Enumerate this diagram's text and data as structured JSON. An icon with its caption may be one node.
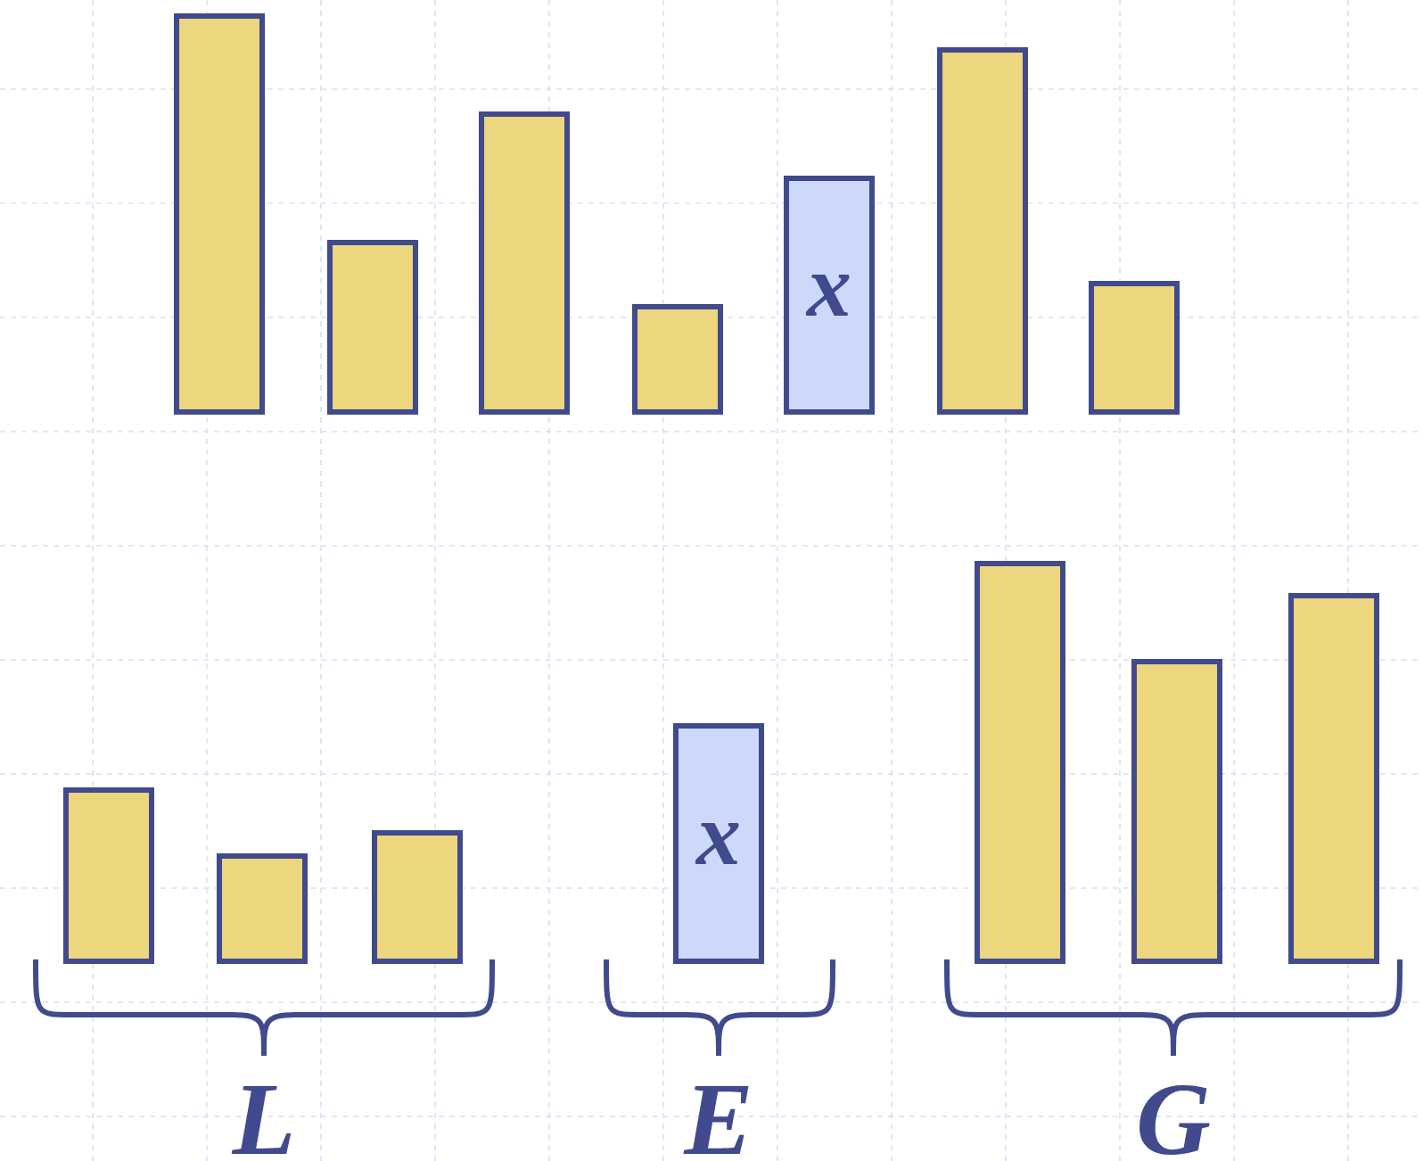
{
  "diagram": {
    "nodes": [
      {
        "text": [],
        "shape": "bar"
      },
      {
        "text": [],
        "shape": "bar"
      },
      {
        "text": [],
        "shape": "bar"
      },
      {
        "text": [],
        "shape": "bar"
      },
      {
        "text": [
          "x"
        ]
      },
      {
        "text": [],
        "shape": "bar"
      },
      {
        "text": [],
        "shape": "bar"
      },
      {
        "text": [],
        "shape": "bar"
      },
      {
        "text": [],
        "shape": "bar"
      },
      {
        "text": [],
        "shape": "bar"
      },
      {
        "text": [
          "x"
        ]
      },
      {
        "text": [],
        "shape": "bar"
      },
      {
        "text": [],
        "shape": "bar"
      },
      {
        "text": [],
        "shape": "bar"
      }
    ],
    "labels": [
      "L",
      "E",
      "G"
    ]
  }
}
